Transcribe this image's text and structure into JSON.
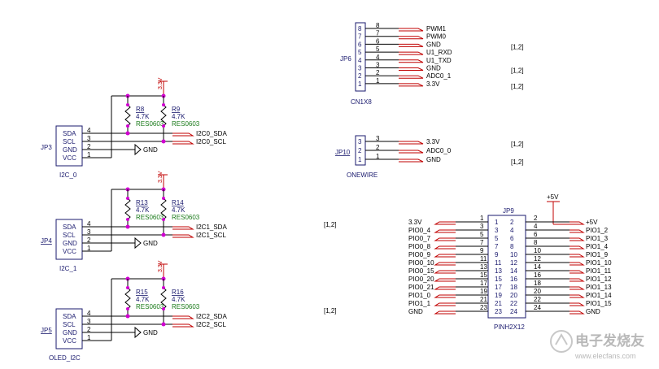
{
  "i2c_blocks": [
    {
      "id": "jp3",
      "ref": "JP3",
      "underline": false,
      "name": "I2C_0",
      "pins": [
        "SDA",
        "SCL",
        "GND",
        "VCC"
      ],
      "pin_numbers": [
        "4",
        "3",
        "2",
        "1"
      ],
      "resistors": [
        {
          "ref": "R8",
          "value": "4.7K",
          "footprint": "RES0603"
        },
        {
          "ref": "R9",
          "value": "4.7K",
          "footprint": "RES0603"
        }
      ],
      "power": "3.3V",
      "gnd": "GND",
      "nets": [
        "I2C0_SDA",
        "I2C0_SCL"
      ]
    },
    {
      "id": "jp4",
      "ref": "JP4",
      "underline": true,
      "name": "I2C_1",
      "pins": [
        "SDA",
        "SCL",
        "GND",
        "VCC"
      ],
      "pin_numbers": [
        "4",
        "3",
        "2",
        "1"
      ],
      "resistors": [
        {
          "ref": "R13",
          "value": "4.7K",
          "footprint": "RES0603"
        },
        {
          "ref": "R14",
          "value": "4.7K",
          "footprint": "RES0603"
        }
      ],
      "power": "3.3V",
      "gnd": "GND",
      "nets": [
        "I2C1_SDA",
        "I2C1_SCL"
      ]
    },
    {
      "id": "jp5",
      "ref": "JP5",
      "underline": true,
      "name": "OLED_I2C",
      "pins": [
        "SDA",
        "SCL",
        "GND",
        "VCC"
      ],
      "pin_numbers": [
        "4",
        "3",
        "2",
        "1"
      ],
      "resistors": [
        {
          "ref": "R15",
          "value": "4.7K",
          "footprint": "RES0603"
        },
        {
          "ref": "R16",
          "value": "4.7K",
          "footprint": "RES0603"
        }
      ],
      "power": "3.3V",
      "gnd": "GND",
      "nets": [
        "I2C2_SDA",
        "I2C2_SCL"
      ]
    }
  ],
  "jp6": {
    "ref": "JP6",
    "name": "CN1X8",
    "pin_numbers": [
      "8",
      "7",
      "6",
      "5",
      "4",
      "3",
      "2",
      "1"
    ],
    "nets": [
      "PWM1",
      "PWM0",
      "GND",
      "U1_RXD",
      "U1_TXD",
      "GND",
      "ADC0_1",
      "3.3V"
    ],
    "refs": [
      "",
      "",
      "[1,2]",
      "",
      "",
      "[1,2]",
      "",
      "[1,2]"
    ]
  },
  "jp10": {
    "ref": "JP10",
    "name": "ONEWIRE",
    "pin_numbers": [
      "3",
      "2",
      "1"
    ],
    "nets": [
      "3.3V",
      "ADC0_0",
      "GND"
    ],
    "refs": [
      "[1,2]",
      "",
      "[1,2]"
    ]
  },
  "jp9": {
    "ref": "JP9",
    "name": "PINH2X12",
    "power": "+5V",
    "left_nets": [
      "3.3V",
      "PIO0_4",
      "PIO0_7",
      "PIO0_8",
      "PIO0_9",
      "PIO0_10",
      "PIO0_15",
      "PIO0_20",
      "PIO0_21",
      "PIO1_0",
      "PIO1_1",
      "GND"
    ],
    "left_pins": [
      "1",
      "3",
      "5",
      "7",
      "9",
      "11",
      "13",
      "15",
      "17",
      "19",
      "21",
      "23"
    ],
    "right_pins": [
      "2",
      "4",
      "6",
      "8",
      "10",
      "12",
      "14",
      "16",
      "18",
      "20",
      "22",
      "24"
    ],
    "right_nets": [
      "+5V",
      "PIO1_2",
      "PIO1_3",
      "PIO1_4",
      "PIO1_9",
      "PIO1_10",
      "PIO1_11",
      "PIO1_12",
      "PIO1_13",
      "PIO1_14",
      "PIO1_15",
      "GND"
    ],
    "refs_left": [
      "[1,2]",
      "[1,2]"
    ]
  },
  "watermark": {
    "text": "电子发烧友",
    "url": "www.elecfans.com"
  }
}
